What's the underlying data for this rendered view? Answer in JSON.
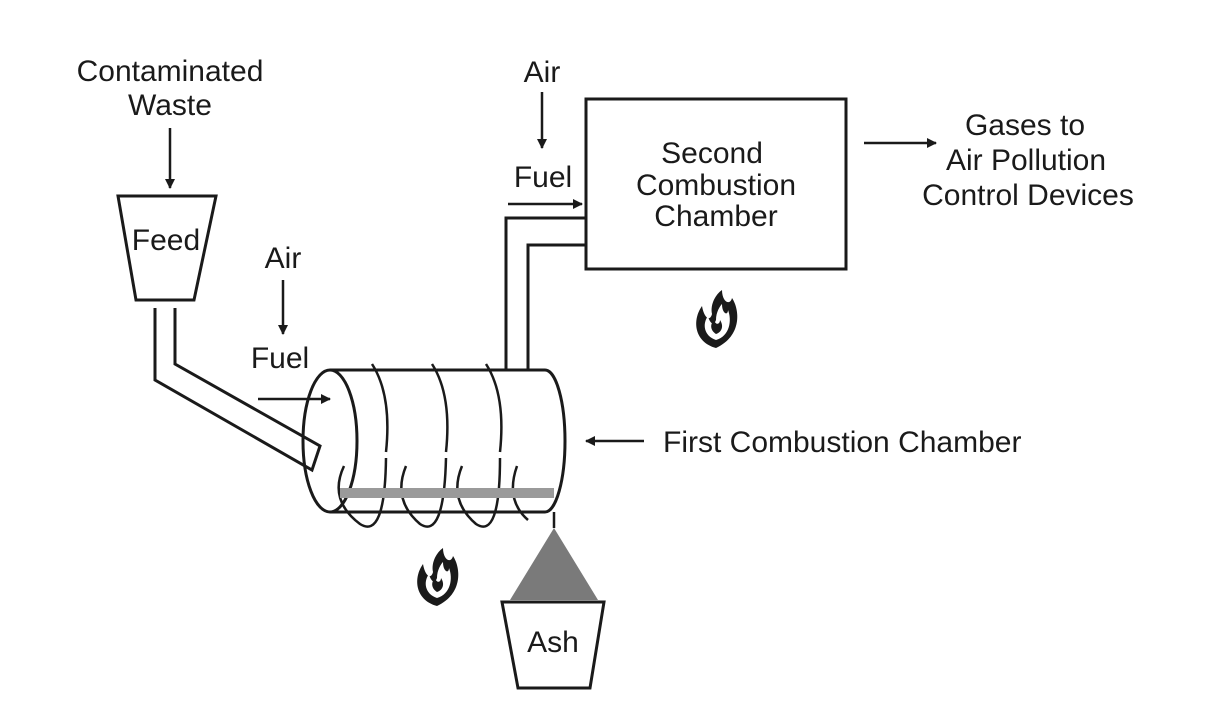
{
  "labels": {
    "contaminated_waste_line1": "Contaminated",
    "contaminated_waste_line2": "Waste",
    "feed": "Feed",
    "air_first": "Air",
    "fuel_first": "Fuel",
    "air_second": "Air",
    "fuel_second": "Fuel",
    "second_chamber_line1": "Second",
    "second_chamber_line2": "Combustion",
    "second_chamber_line3": "Chamber",
    "gases_line1": "Gases to",
    "gases_line2": "Air Pollution",
    "gases_line3": "Control Devices",
    "first_chamber": "First Combustion Chamber",
    "ash": "Ash"
  },
  "icons": {
    "flame_first": "flame-icon",
    "flame_second": "flame-icon"
  },
  "colors": {
    "ash_fill": "#7a7a7a",
    "ash_layer": "#9a9a9a"
  }
}
